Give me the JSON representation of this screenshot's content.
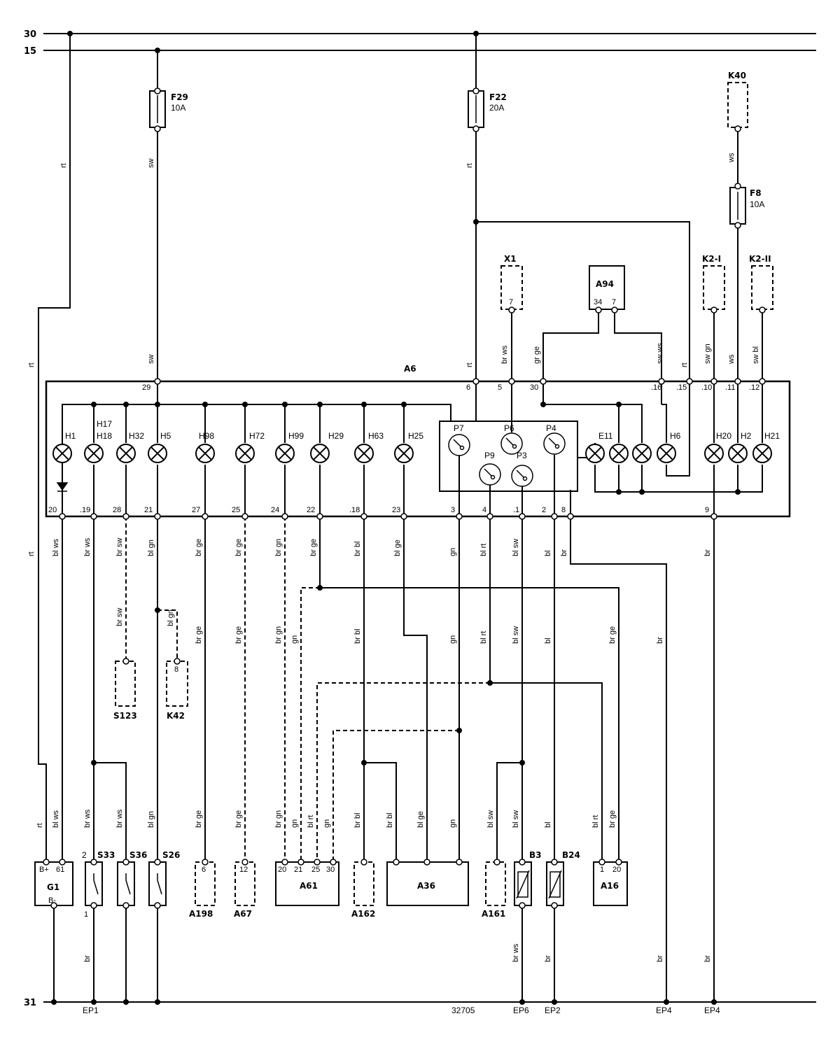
{
  "bus": {
    "b30": "30",
    "b15": "15",
    "b31": "31"
  },
  "fuses": {
    "f29": {
      "name": "F29",
      "rating": "10A"
    },
    "f22": {
      "name": "F22",
      "rating": "20A"
    },
    "f8": {
      "name": "F8",
      "rating": "10A"
    }
  },
  "modules": {
    "k40": "K40",
    "x1": "X1",
    "x1_pin": "7",
    "a94": "A94",
    "a94_pin1": "34",
    "a94_pin2": "7",
    "k2i": "K2-I",
    "k2ii": "K2-II",
    "a6": "A6",
    "s123": "S123",
    "k42": "K42",
    "k42_pin": "8",
    "g1": "G1",
    "g1_bp": "B+",
    "g1_61": "61",
    "g1_bm": "B-",
    "s33": "S33",
    "s33_pin_top": "2",
    "s33_pin_bot": "1",
    "s36": "S36",
    "s26": "S26",
    "a198": "A198",
    "a198_pin": "6",
    "a67": "A67",
    "a67_pin": "12",
    "a61": "A61",
    "a61_p1": "20",
    "a61_p2": "21",
    "a61_p3": "25",
    "a61_p4": "30",
    "a162": "A162",
    "a36": "A36",
    "a161": "A161",
    "b3": "B3",
    "b24": "B24",
    "a16": "A16",
    "a16_p1": "1",
    "a16_p2": "20"
  },
  "a6_top_pins": {
    "p29": "29",
    "p6": "6",
    "p5": "5",
    "p30": "30",
    "p16": ".16",
    "p15": ".15",
    "p10": ".10",
    "p11": ".11",
    "p12": ".12"
  },
  "a6_bottom_pins": {
    "p20": "20",
    "p19": ".19",
    "p28": "28",
    "p21": "21",
    "p27": "27",
    "p25": "25",
    "p24": "24",
    "p22": "22",
    "p18": ".18",
    "p23": "23",
    "p3": "3",
    "p4": "4",
    "p1": ".1",
    "p2": "2",
    "p8": "8",
    "p9": "9"
  },
  "lamps": {
    "h1": "H1",
    "h17": "H17",
    "h18": "H18",
    "h32": "H32",
    "h5": "H5",
    "h98": "H98",
    "h72": "H72",
    "h99": "H99",
    "h29": "H29",
    "h63": "H63",
    "h25": "H25",
    "e11": "E11",
    "h6": "H6",
    "h20": "H20",
    "h2": "H2",
    "h21": "H21"
  },
  "gauges": {
    "p7": "P7",
    "p6": "P6",
    "p4": "P4",
    "p9": "P9",
    "p3": "P3"
  },
  "wire_colors": {
    "rt": "rt",
    "sw": "sw",
    "ws": "ws",
    "br_ws": "br ws",
    "gr_ge": "gr ge",
    "sw_ws": "sw ws",
    "sw_gn": "sw gn",
    "sw_bl": "sw bl",
    "bl_ws": "bl ws",
    "br_sw": "br sw",
    "bl_gn": "bl gn",
    "br_ge": "br ge",
    "br_gn": "br gn",
    "br_bl": "br bl",
    "bl_ge": "bl ge",
    "gn": "gn",
    "bl_rt": "bl rt",
    "bl_sw": "bl sw",
    "bl": "bl",
    "br": "br"
  },
  "ground_points": {
    "ep1": "EP1",
    "ep6": "EP6",
    "ep2": "EP2",
    "ep4a": "EP4",
    "ep4b": "EP4"
  },
  "drawing_number": "32705",
  "colors": {
    "line": "#000000",
    "background": "#ffffff"
  }
}
